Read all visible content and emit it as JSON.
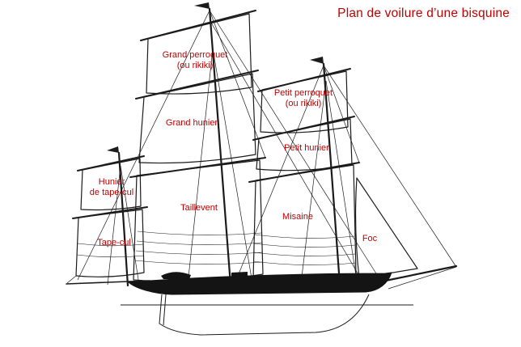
{
  "title": "Plan de voilure d’une bisquine",
  "colors": {
    "label": "#c00000",
    "line": "#1b1b1b"
  },
  "sail_labels": {
    "grand_perroquet_1": "Grand perroquet",
    "grand_perroquet_2": "(ou rikiki)",
    "grand_hunier": "Grand hunier",
    "petit_perroquet_1": "Petit perroquet",
    "petit_perroquet_2": "(ou rikiki)",
    "petit_hunier": "Petit hunier",
    "hunier_tape_cul_1": "Hunier",
    "hunier_tape_cul_2": "de tape-cul",
    "taillevent": "Taillevent",
    "misaine": "Misaine",
    "tape_cul": "Tape-cul",
    "foc": "Foc"
  }
}
